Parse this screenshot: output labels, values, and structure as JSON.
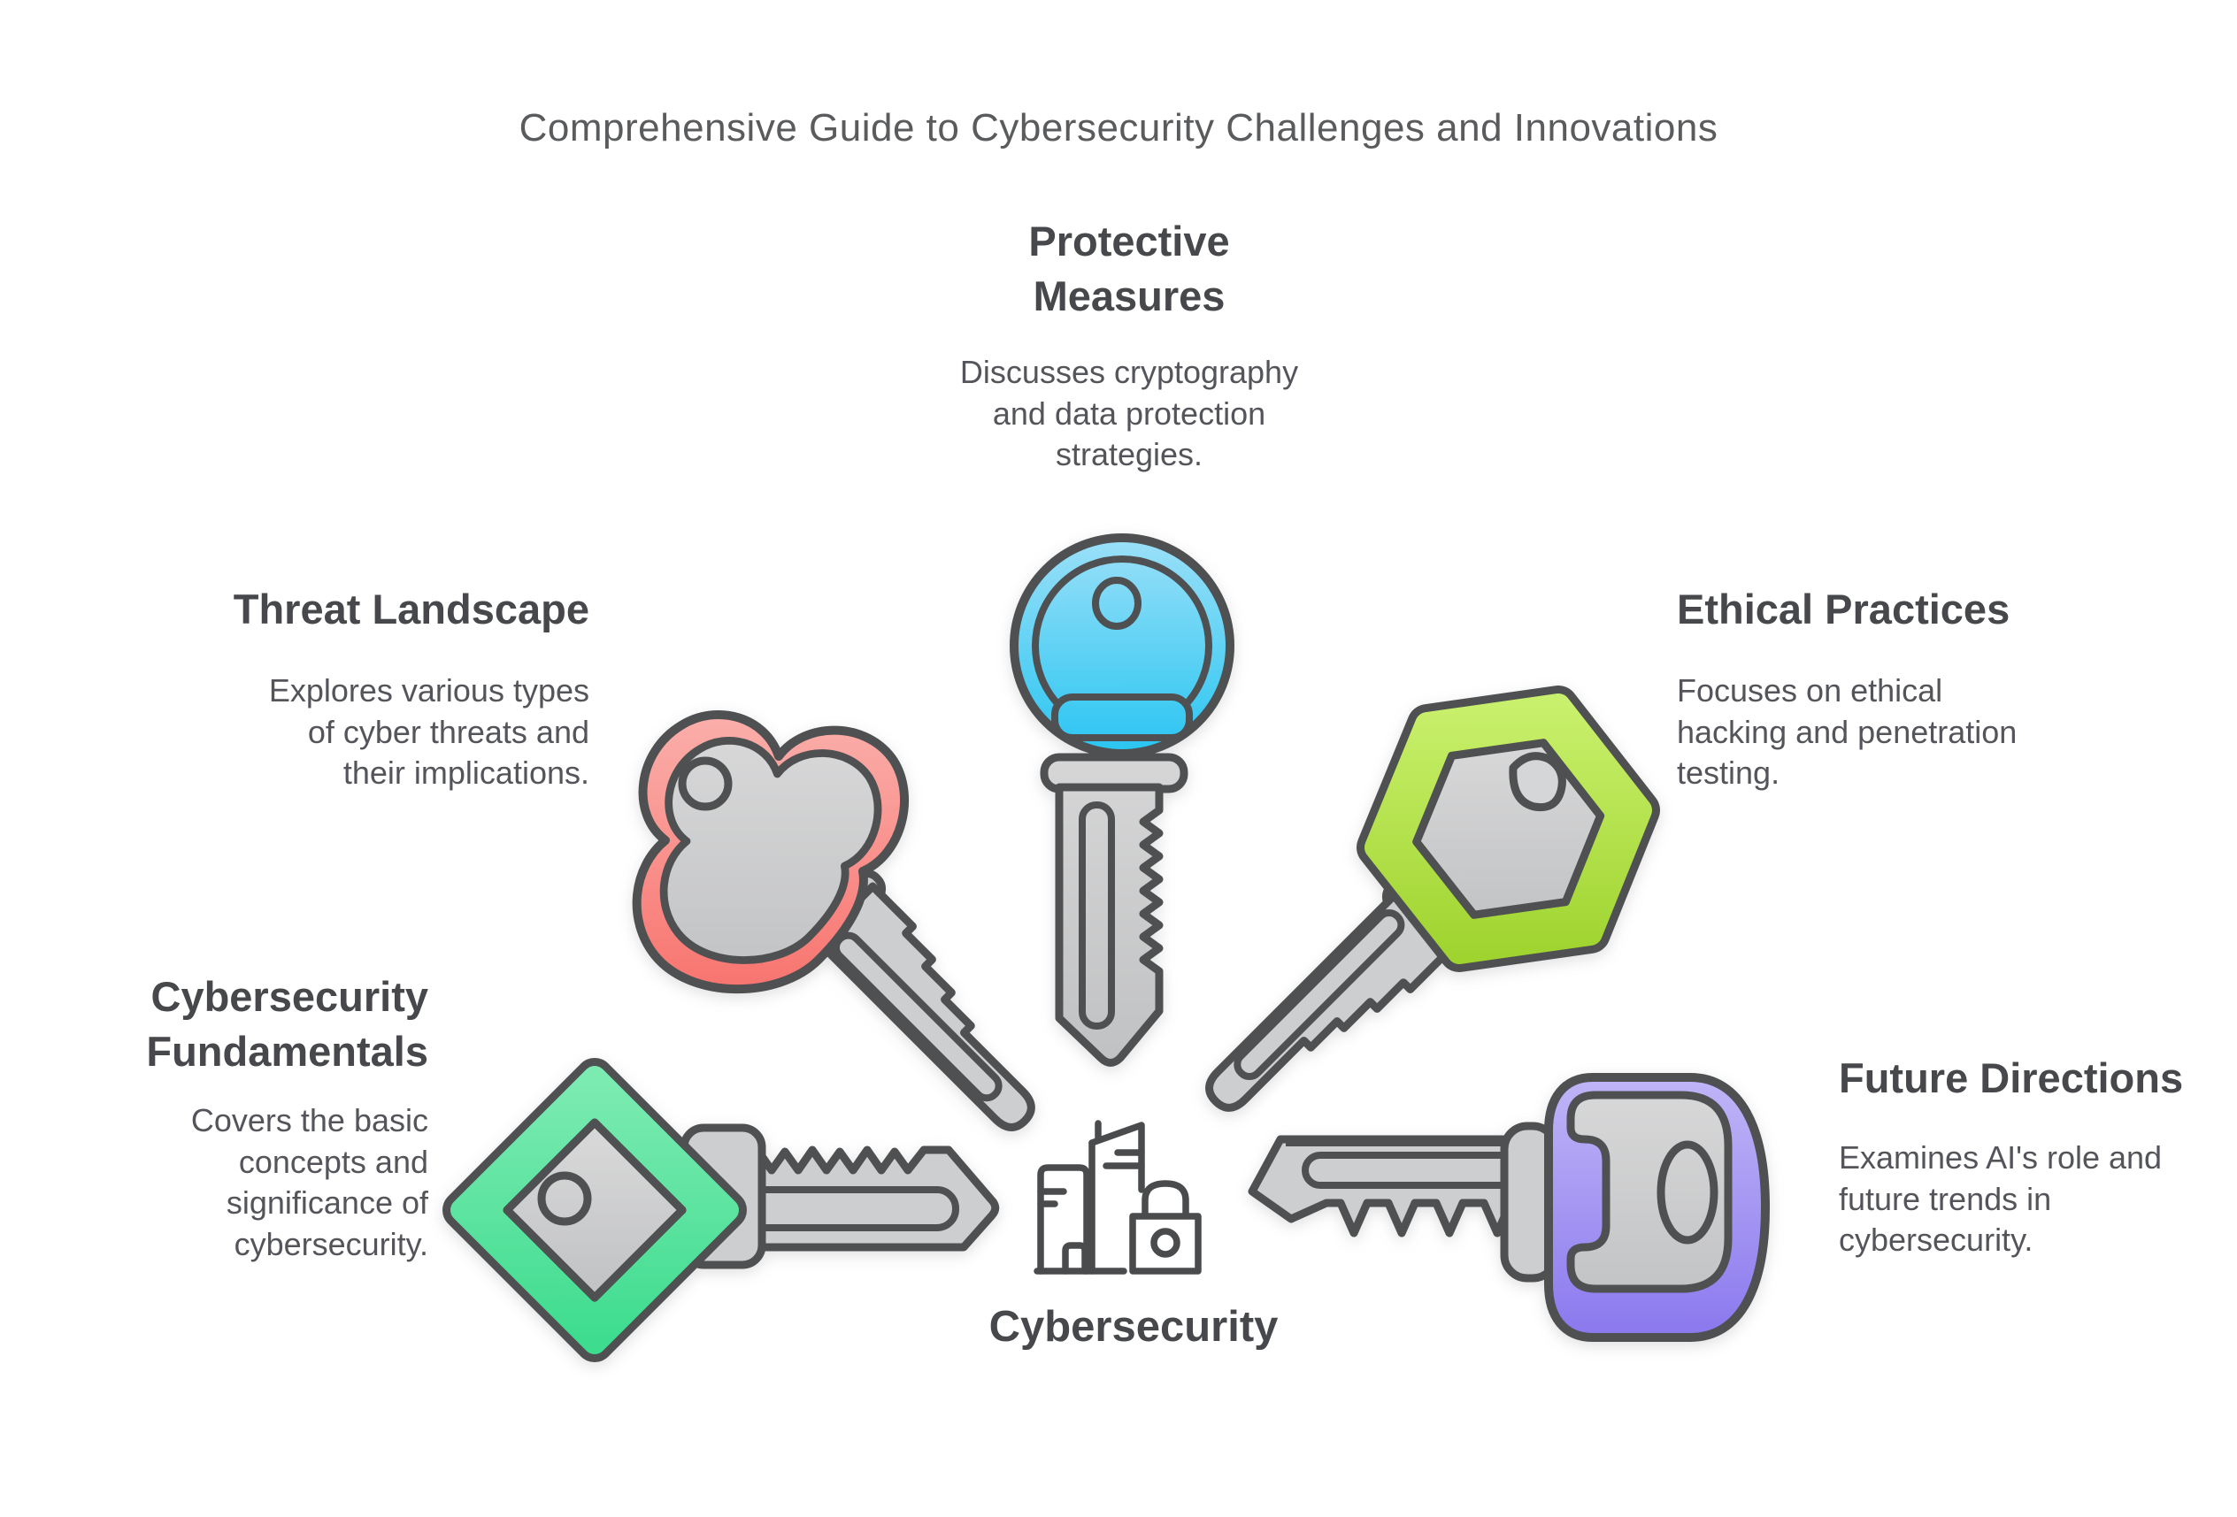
{
  "title": "Comprehensive Guide to Cybersecurity Challenges and Innovations",
  "center": {
    "label": "Cybersecurity",
    "icon": "city-lock-icon"
  },
  "sections": {
    "protective_measures": {
      "heading": "Protective\nMeasures",
      "body": "Discusses cryptography\nand data protection\nstrategies.",
      "key": {
        "icon": "round-head-key-icon",
        "color_top": "#9be0f8",
        "color_bottom": "#29c5f1"
      }
    },
    "threat_landscape": {
      "heading": "Threat Landscape",
      "body": "Explores various types\nof cyber threats and\ntheir implications.",
      "key": {
        "icon": "heart-head-key-icon",
        "color_top": "#fbb0ac",
        "color_bottom": "#f8736e"
      }
    },
    "ethical_practices": {
      "heading": "Ethical Practices",
      "body": "Focuses on ethical\nhacking and penetration\ntesting.",
      "key": {
        "icon": "hexagon-head-key-icon",
        "color_top": "#c9f06c",
        "color_bottom": "#9fd42f"
      }
    },
    "cybersecurity_fundamentals": {
      "heading": "Cybersecurity\nFundamentals",
      "body": "Covers the basic\nconcepts and\nsignificance of\ncybersecurity.",
      "key": {
        "icon": "diamond-head-key-icon",
        "color_top": "#7cebb2",
        "color_bottom": "#3edc8e"
      }
    },
    "future_directions": {
      "heading": "Future Directions",
      "body": "Examines AI's role and\nfuture trends in\ncybersecurity.",
      "key": {
        "icon": "barrel-head-key-icon",
        "color_top": "#c0b5f7",
        "color_bottom": "#8a78ee"
      }
    }
  },
  "colors": {
    "background": "#ffffff",
    "outline": "#4e5052",
    "metal_gray": "#cdced0",
    "title_text": "#5a5b5d",
    "heading_text": "#47484b",
    "body_text": "#54555a"
  }
}
